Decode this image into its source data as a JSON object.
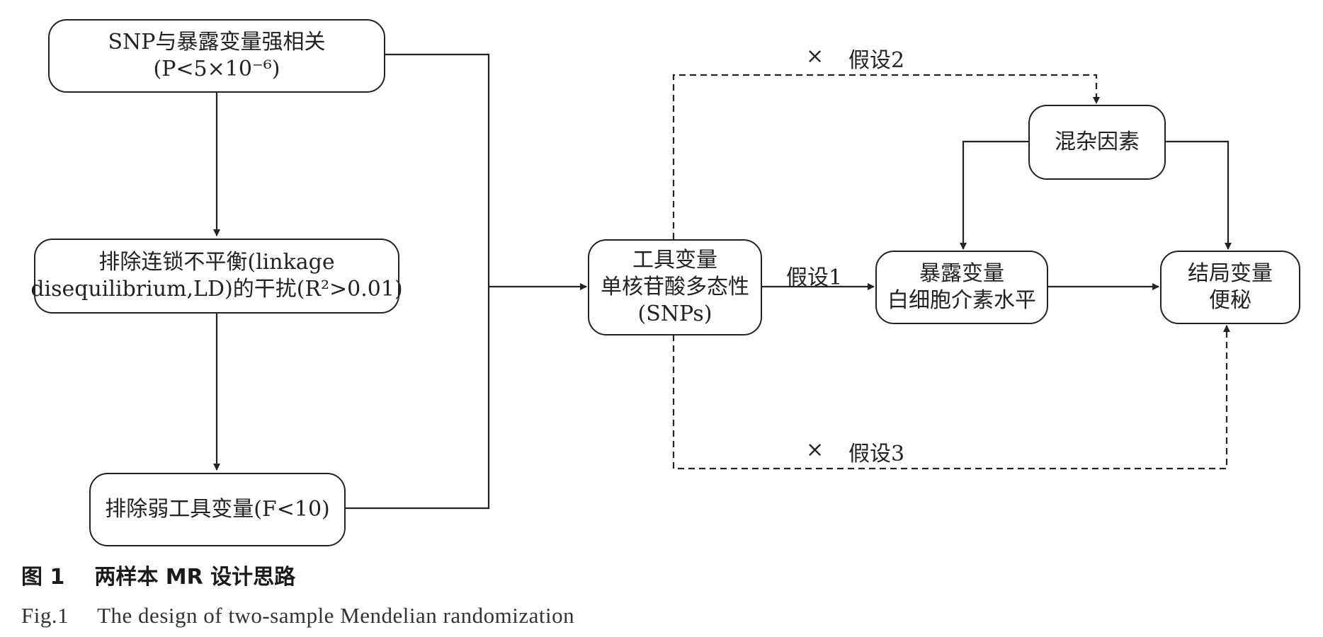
{
  "nodes": {
    "snp_strong": {
      "line1": "SNP与暴露变量强相关",
      "line2": "(P<5×10⁻⁶)"
    },
    "ld_exclusion": {
      "line1": "排除连锁不平衡(linkage",
      "line2": "disequilibrium,LD)的干扰(R²>0.01)"
    },
    "weak_iv_exclusion": {
      "line1": "排除弱工具变量(F<10)"
    },
    "instrument": {
      "line1": "工具变量",
      "line2": "单核苷酸多态性",
      "line3": "(SNPs)"
    },
    "confounders": {
      "line1": "混杂因素"
    },
    "exposure": {
      "line1": "暴露变量",
      "line2": "白细胞介素水平"
    },
    "outcome": {
      "line1": "结局变量",
      "line2": "便秘"
    }
  },
  "labels": {
    "assumption1": "假设1",
    "assumption2": "假设2",
    "assumption3": "假设3",
    "cross_mark": "×"
  },
  "caption": {
    "cn_number": "图 1",
    "cn_title": "两样本 MR 设计思路",
    "en_number": "Fig.1",
    "en_title": "The design of two-sample Mendelian randomization"
  },
  "colors": {
    "line": "#222222",
    "background": "#ffffff"
  }
}
